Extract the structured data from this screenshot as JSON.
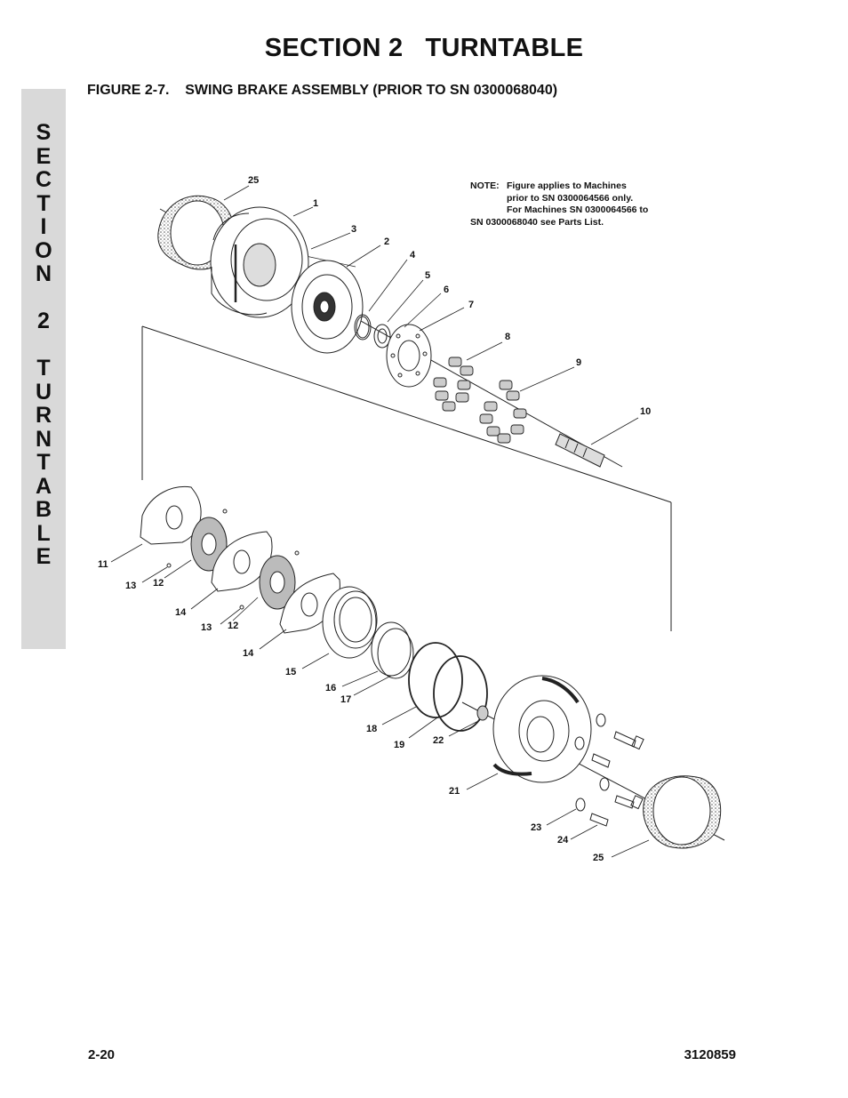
{
  "header": {
    "section_title": "SECTION 2   TURNTABLE"
  },
  "side_tab": {
    "letters": [
      "S",
      "E",
      "C",
      "T",
      "I",
      "O",
      "N",
      "",
      "2",
      "",
      "T",
      "U",
      "R",
      "N",
      "T",
      "A",
      "B",
      "L",
      "E"
    ]
  },
  "figure": {
    "title": "FIGURE 2-7.    SWING BRAKE ASSEMBLY (PRIOR TO SN 0300068040)",
    "note": {
      "label": "NOTE:",
      "line1": "Figure applies to Machines",
      "line2": "prior to SN 0300064566 only.",
      "line3": "For Machines SN 0300064566 to",
      "line4": "SN 0300068040 see Parts List."
    },
    "callouts": {
      "c25a": "25",
      "c1": "1",
      "c3": "3",
      "c2": "2",
      "c4": "4",
      "c5": "5",
      "c6": "6",
      "c7": "7",
      "c8": "8",
      "c9": "9",
      "c10": "10",
      "c11": "11",
      "c13a": "13",
      "c12a": "12",
      "c14a": "14",
      "c13b": "13",
      "c12b": "12",
      "c14b": "14",
      "c15": "15",
      "c16": "16",
      "c17": "17",
      "c18": "18",
      "c19": "19",
      "c22": "22",
      "c21": "21",
      "c23": "23",
      "c24": "24",
      "c25b": "25"
    }
  },
  "footer": {
    "page_number": "2-20",
    "doc_number": "3120859"
  }
}
